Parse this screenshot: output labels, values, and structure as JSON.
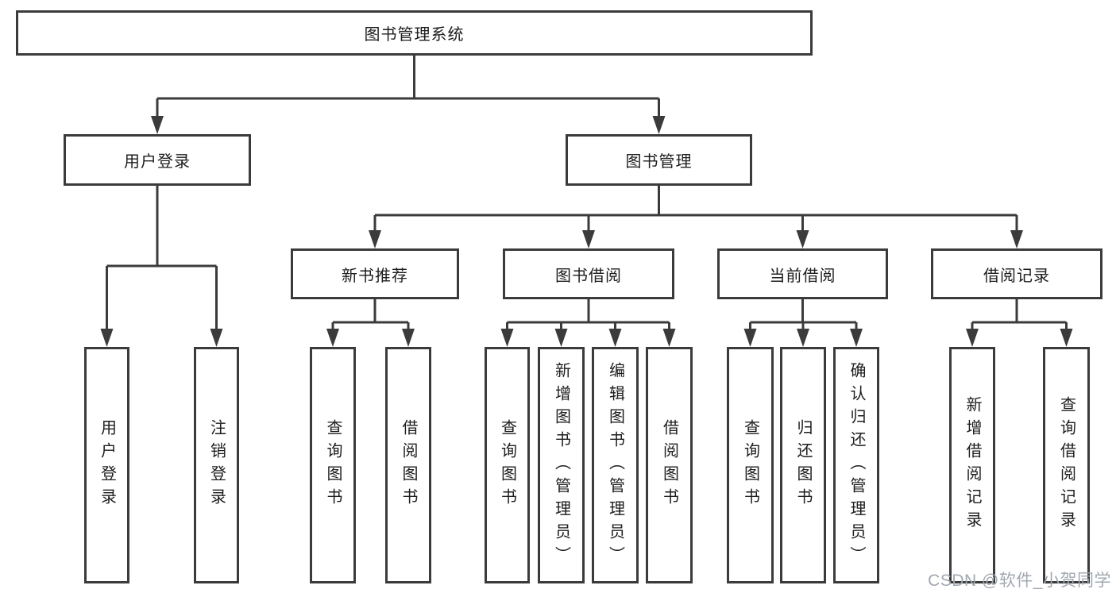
{
  "tree": {
    "root": {
      "label": "图书管理系统"
    },
    "branches": [
      {
        "label": "用户登录",
        "children": [
          "用户登录",
          "注销登录"
        ]
      },
      {
        "label": "图书管理",
        "sections": [
          {
            "label": "新书推荐",
            "children": [
              "查询图书",
              "借阅图书"
            ]
          },
          {
            "label": "图书借阅",
            "children": [
              "查询图书",
              "新增图书（管理员）",
              "编辑图书（管理员）",
              "借阅图书"
            ]
          },
          {
            "label": "当前借阅",
            "children": [
              "查询图书",
              "归还图书",
              "确认归还（管理员）"
            ]
          },
          {
            "label": "借阅记录",
            "children": [
              "新增借阅记录",
              "查询借阅记录"
            ]
          }
        ]
      }
    ]
  },
  "watermark": "CSDN @软件_小贺同学",
  "colors": {
    "line": "#3b3b3b",
    "box_border": "#3b3b3b",
    "text": "#1d1d1f",
    "watermark": "#a2a8b0",
    "background": "#ffffff"
  }
}
